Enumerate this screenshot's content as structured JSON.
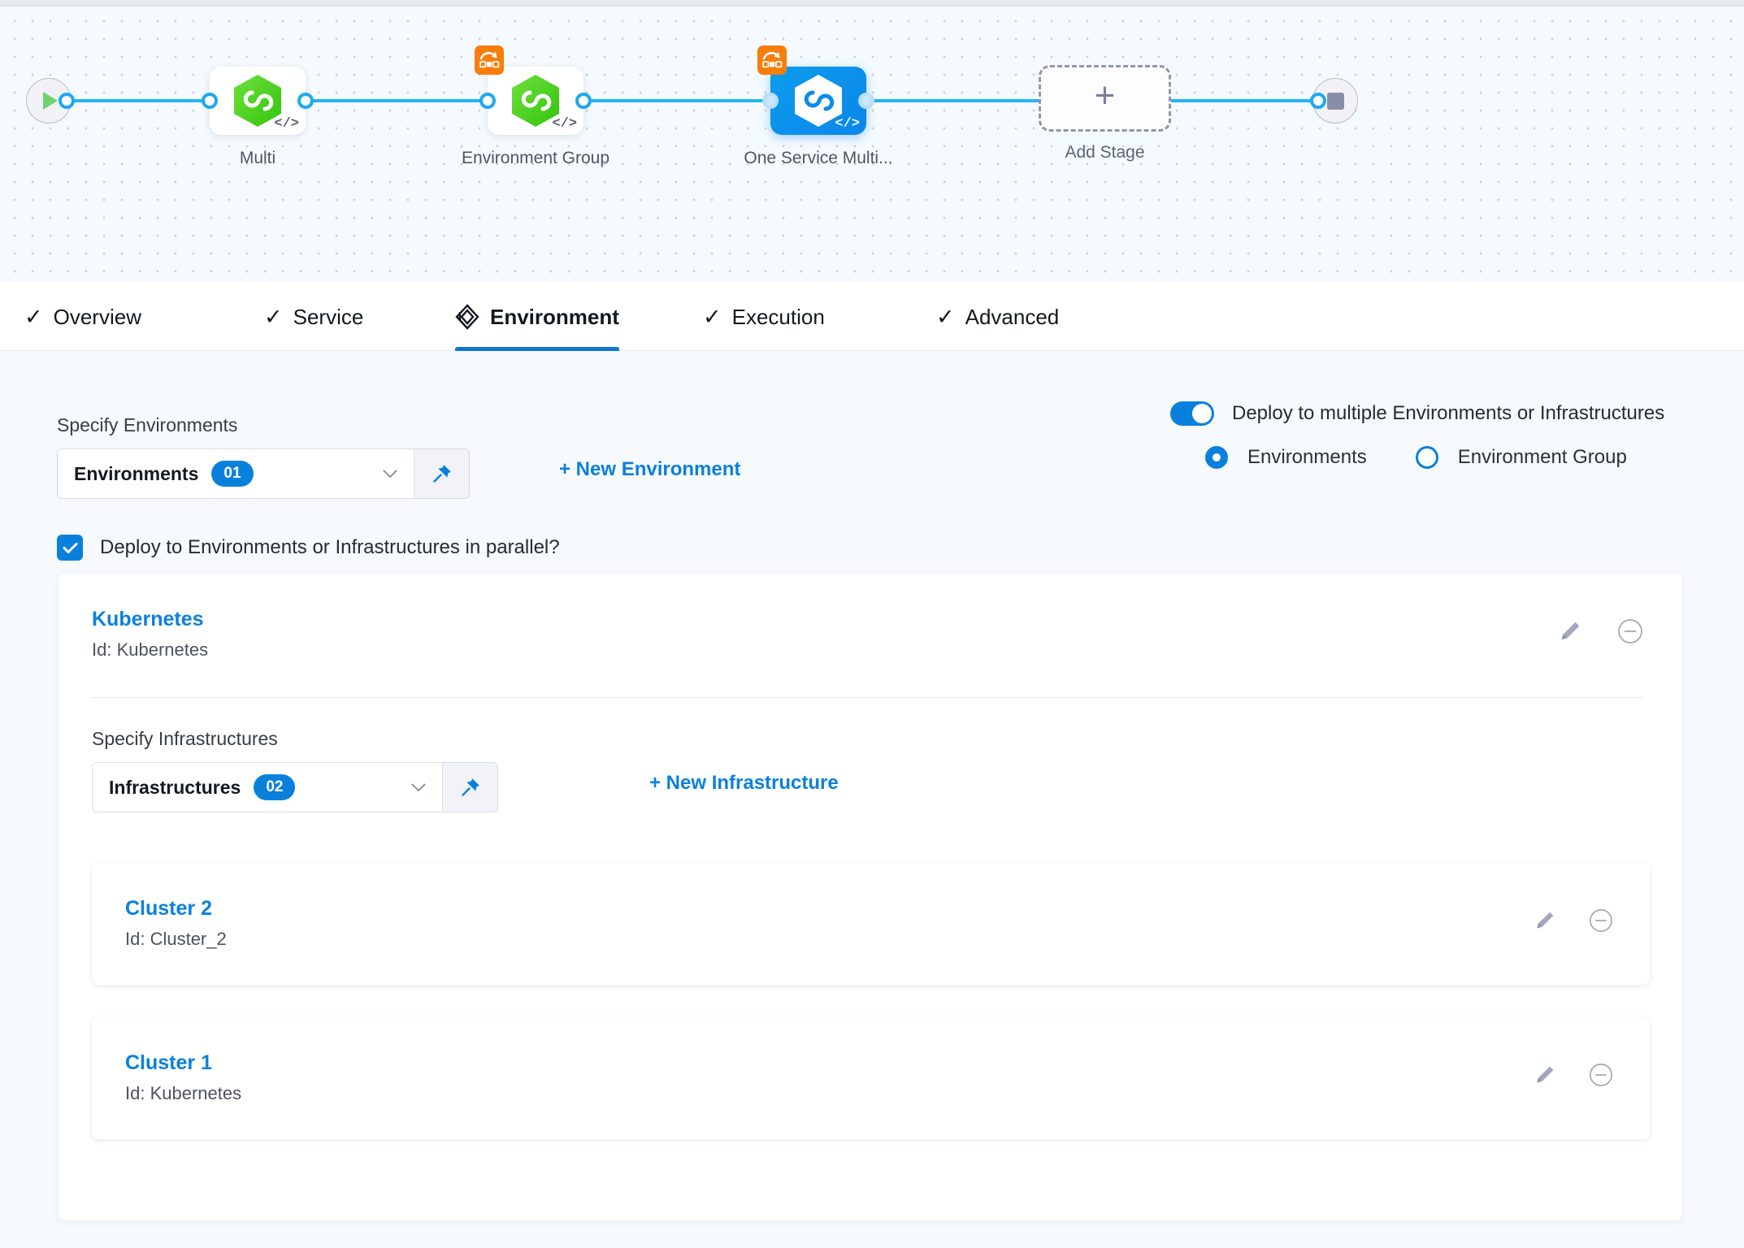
{
  "pipeline": {
    "start_icon": "play-icon",
    "end_icon": "stop-icon",
    "stages": [
      {
        "label": "Multi",
        "selected": false,
        "has_matrix_badge": false,
        "icon": "harness-hex-icon",
        "code_icon": "</>"
      },
      {
        "label": "Environment Group",
        "selected": false,
        "has_matrix_badge": true,
        "icon": "harness-hex-icon",
        "code_icon": "</>"
      },
      {
        "label": "One Service Multi...",
        "selected": true,
        "has_matrix_badge": true,
        "icon": "harness-hex-icon",
        "code_icon": "</>"
      }
    ],
    "add_stage": {
      "label": "Add Stage",
      "icon": "plus-icon"
    }
  },
  "tabs": [
    {
      "label": "Overview",
      "icon": "check-icon",
      "active": false
    },
    {
      "label": "Service",
      "icon": "check-icon",
      "active": false
    },
    {
      "label": "Environment",
      "icon": "layers-icon",
      "active": true
    },
    {
      "label": "Execution",
      "icon": "check-icon",
      "active": false
    },
    {
      "label": "Advanced",
      "icon": "check-icon",
      "active": false
    }
  ],
  "environment_section": {
    "specify_label": "Specify Environments",
    "select_value": "Environments",
    "select_count": "01",
    "pin_icon": "pin-icon",
    "caret_icon": "chevron-down-icon",
    "new_link": "+ New Environment",
    "parallel_checkbox_label": "Deploy to Environments or Infrastructures in parallel?",
    "parallel_checked": true,
    "multi_toggle_label": "Deploy to multiple Environments or Infrastructures",
    "multi_toggle_on": true,
    "radios": [
      {
        "label": "Environments",
        "selected": true
      },
      {
        "label": "Environment Group",
        "selected": false
      }
    ]
  },
  "environment_card": {
    "title": "Kubernetes",
    "id_text": "Id: Kubernetes",
    "edit_icon": "pencil-icon",
    "remove_icon": "minus-circle-icon",
    "infrastructures": {
      "specify_label": "Specify Infrastructures",
      "select_value": "Infrastructures",
      "select_count": "02",
      "pin_icon": "pin-icon",
      "caret_icon": "chevron-down-icon",
      "new_link": "+ New Infrastructure",
      "rows": [
        {
          "title": "Cluster 2",
          "id_text": "Id: Cluster_2",
          "edit_icon": "pencil-icon",
          "remove_icon": "minus-circle-icon"
        },
        {
          "title": "Cluster 1",
          "id_text": "Id: Kubernetes",
          "edit_icon": "pencil-icon",
          "remove_icon": "minus-circle-icon"
        }
      ]
    }
  },
  "colors": {
    "accent_blue": "#0a80dd",
    "wire_blue": "#27b5f0",
    "matrix_orange": "#f97d09",
    "hex_green": "#52cf2b",
    "tab_underline": "#1077cd"
  }
}
